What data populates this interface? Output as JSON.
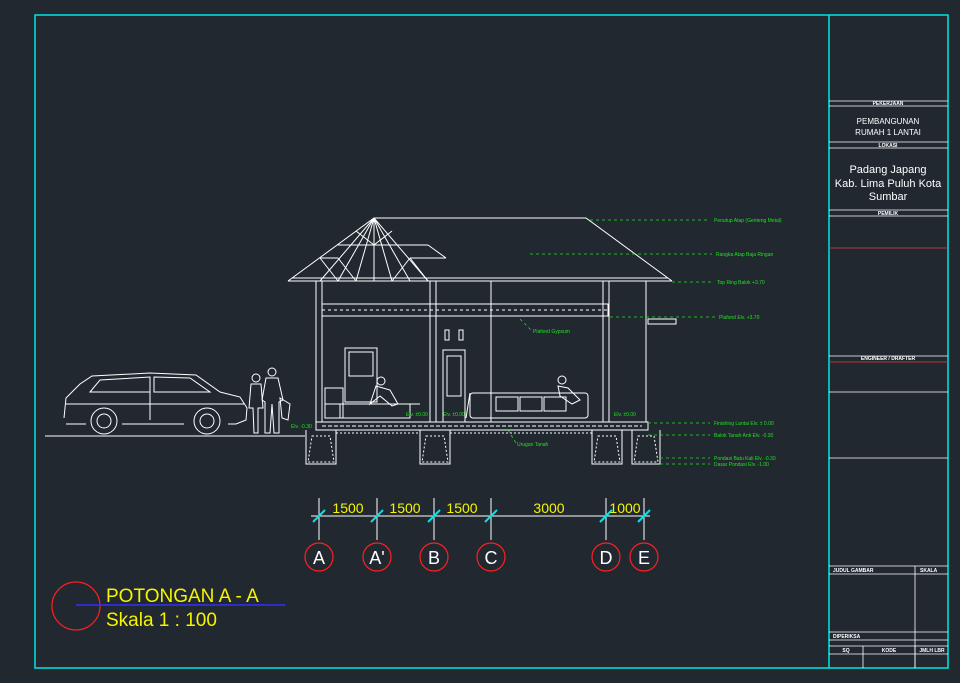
{
  "title_block": {
    "project_label": "PEKERJAAN",
    "project_name_line1": "PEMBANGUNAN",
    "project_name_line2": "RUMAH 1 LANTAI",
    "location_label": "LOKASI",
    "location_line1": "Padang Japang",
    "location_line2": "Kab. Lima Puluh Kota",
    "location_line3": "Sumbar",
    "owner_label": "PEMILIK",
    "engineer_label": "ENGINEER / DRAFTER",
    "drawing_title_label": "JUDUL GAMBAR",
    "scale_label": "SKALA",
    "approved_label": "DIPERIKSA",
    "sq_label": "SQ",
    "code_label": "KODE",
    "sheet_label": "JMLH LBR"
  },
  "annotations": {
    "roof_cover": "Penutup Atap (Genteng Metal)",
    "roof_truss": "Rangka Atap Baja Ringan",
    "top_wall": "Top Ring Balok +3.70",
    "ceiling": "Plafond Elv. +3.70",
    "ceiling_gypsum": "Plafond Gypsum",
    "floor_finish": "Finishing Lantai Elv. ± 0.00",
    "ground_beam": "Balok Tanah Anti Elv. -0.30",
    "soil_fill": "Urugan Tanah",
    "foundation_top": "Pondasi Batu Kali Elv. -0.30",
    "foundation_base": "Dasar Pondasi Elv. -1.00",
    "level_left": "Elv. -0.30",
    "level_mid1": "Elv. ±0.00",
    "level_mid2": "Elv. ±0.00",
    "level_right": "Elv. ±0.00"
  },
  "dimensions": [
    "1500",
    "1500",
    "1500",
    "3000",
    "1000"
  ],
  "grid_axes": [
    "A",
    "A'",
    "B",
    "C",
    "D",
    "E"
  ],
  "drawing_title": {
    "line1": "POTONGAN A - A",
    "line2": "Skala 1 : 100"
  },
  "colors": {
    "background": "#212830",
    "frame": "#00e5e5",
    "lines": "#ffffff",
    "annotation": "#22e022",
    "title_text": "#f5f500",
    "grid_bubble": "#ff2020"
  }
}
